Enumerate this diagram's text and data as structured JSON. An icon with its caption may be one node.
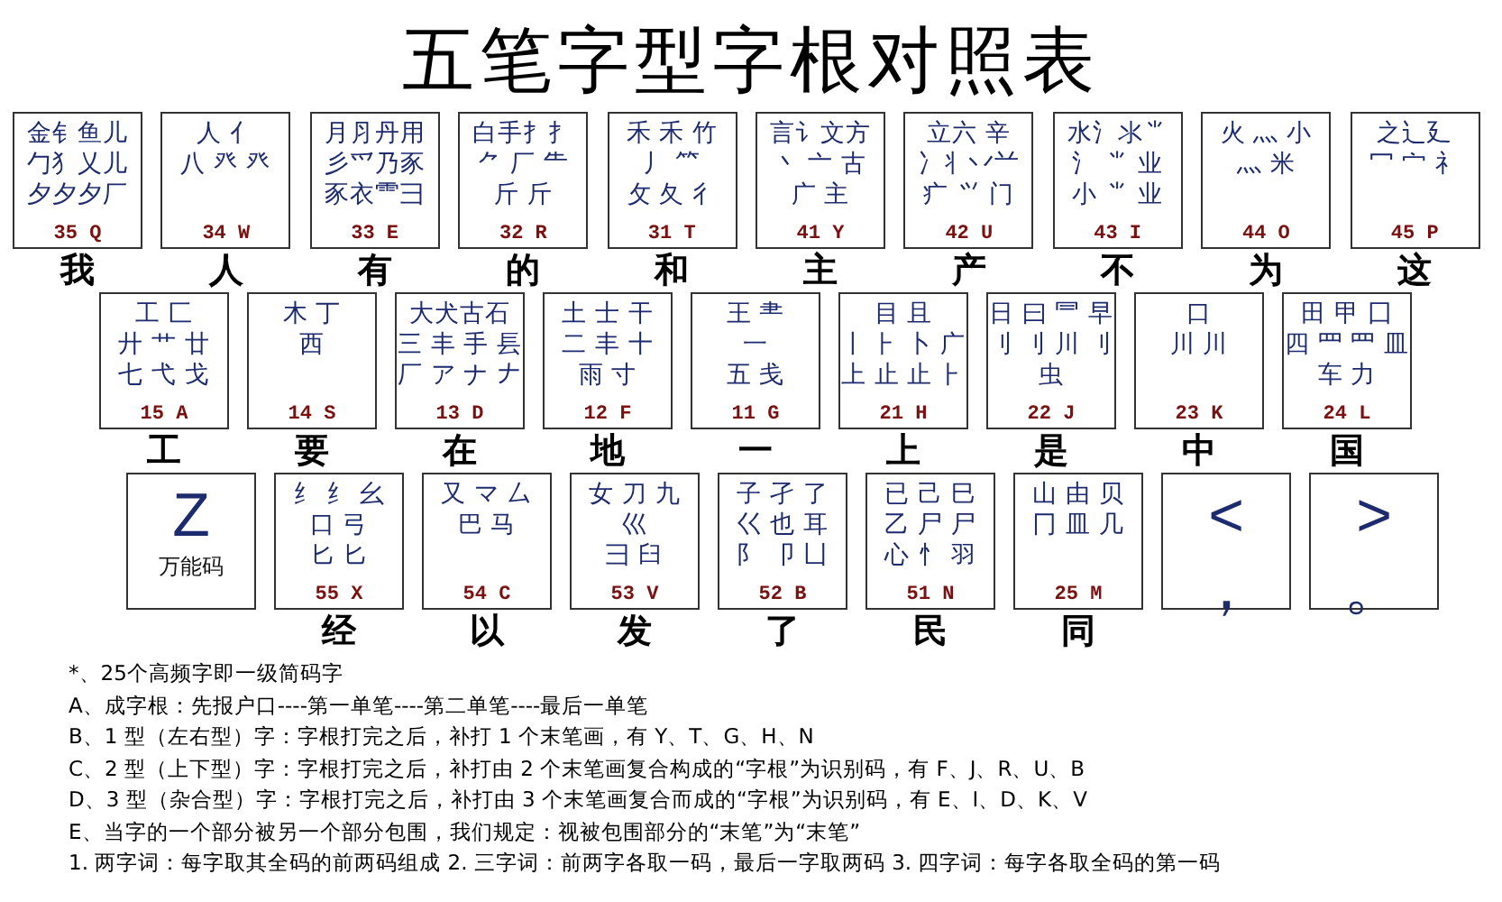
{
  "diagram": {
    "title": "五笔字型字根对照表",
    "nodes": [
      {
        "text": [
          "金钅鱼儿",
          "勹犭乂儿",
          "夕夕夕厂",
          "35 Q"
        ],
        "beside": [
          "我"
        ]
      },
      {
        "text": [
          "人 亻",
          "八 癶 癶",
          "34 W"
        ],
        "beside": [
          "人"
        ]
      },
      {
        "text": [
          "月⺼丹用",
          "彡爫乃豕",
          "豕衣⻗彐",
          "33 E"
        ],
        "beside": [
          "有"
        ]
      },
      {
        "text": [
          "白手扌⺘",
          "⺈ 厂 ⺧",
          "斤 斤",
          "32 R"
        ],
        "beside": [
          "的"
        ]
      },
      {
        "text": [
          "禾 禾 竹",
          "丿 ⺮",
          "攵 夂 彳",
          "31 T"
        ],
        "beside": [
          "和"
        ]
      },
      {
        "text": [
          "言讠文方",
          "丶 亠 古",
          "广 主",
          "41 Y"
        ],
        "beside": [
          "主"
        ]
      },
      {
        "text": [
          "立六 辛",
          "冫丬丷䒑",
          "疒 ⺍ 门",
          "42 U"
        ],
        "beside": [
          "产"
        ]
      },
      {
        "text": [
          "水氵氺⺌",
          "氵 ⺌ 业",
          "小 ⺌ 业",
          "43 I"
        ],
        "beside": [
          "不"
        ]
      },
      {
        "text": [
          "火 灬 小",
          "灬 米",
          "44 O"
        ],
        "beside": [
          "为"
        ]
      },
      {
        "text": [
          "之辶廴",
          "冖 宀 礻",
          "45 P"
        ],
        "beside": [
          "这"
        ]
      },
      {
        "text": [
          "工 匚",
          "廾 艹 廿",
          "七 弋 戈",
          "15 A"
        ],
        "beside": [
          "工"
        ]
      },
      {
        "text": [
          "木 丁",
          "西",
          "14 S"
        ],
        "beside": [
          "要"
        ]
      },
      {
        "text": [
          "大犬古石",
          "三 丰 手 镸",
          "厂 ア ナ 𠂇",
          "13 D"
        ],
        "beside": [
          "在"
        ]
      },
      {
        "text": [
          "土 士 干",
          "二 丰 十",
          "雨 寸",
          "12 F"
        ],
        "beside": [
          "地"
        ]
      },
      {
        "text": [
          "王 ⺻",
          "一",
          "五 戋",
          "11 G"
        ],
        "beside": [
          "一"
        ]
      },
      {
        "text": [
          "目 且",
          "丨 ⺊ 卜 广",
          "上 止 止 ⺊",
          "21 H"
        ],
        "beside": [
          "上"
        ]
      },
      {
        "text": [
          "日 曰 ⺜ 早",
          "刂 刂 川 刂",
          "虫",
          "22 J"
        ],
        "beside": [
          "是"
        ]
      },
      {
        "text": [
          "口",
          "川 川",
          "23 K"
        ],
        "beside": [
          "中"
        ]
      },
      {
        "text": [
          "田 甲 囗",
          "四 罒 罒 皿",
          "车 力",
          "24 L"
        ],
        "beside": [
          "国"
        ]
      },
      {
        "text": [
          "Z",
          "万能码"
        ]
      },
      {
        "text": [
          "纟 纟 幺",
          "口 弓",
          "匕 匕",
          "55 X"
        ],
        "beside": [
          "经"
        ]
      },
      {
        "text": [
          "又 マ 厶",
          "巴 马",
          "54 C"
        ],
        "beside": [
          "以"
        ]
      },
      {
        "text": [
          "女 刀 九",
          "巛",
          "彐 臼",
          "53 V"
        ],
        "beside": [
          "发"
        ]
      },
      {
        "text": [
          "子 孑 了",
          "巜 也 耳",
          "阝 卩 凵",
          "52 B"
        ],
        "beside": [
          "了"
        ]
      },
      {
        "text": [
          "已 己 巳",
          "乙 尸 尸",
          "心 忄 羽",
          "51 N"
        ],
        "beside": [
          "民"
        ]
      },
      {
        "text": [
          "山 由 贝",
          "冂 皿 几",
          "25 M"
        ],
        "beside": [
          "同"
        ]
      },
      {
        "text": [
          "<",
          "，"
        ]
      },
      {
        "text": [
          ">",
          "。"
        ]
      }
    ],
    "labels": [
      "*、25个高频字即一级简码字",
      "A、成字根：先报户口----第一单笔----第二单笔----最后一单笔",
      "B、1 型（左右型）字：字根打完之后，补打 1 个末笔画，有 Y、T、G、H、N",
      "C、2 型（上下型）字：字根打完之后，补打由 2 个末笔画复合构成的“字根”为识别码，有 F、J、R、U、B",
      "D、3 型（杂合型）字：字根打完之后，补打由 3 个末笔画复合而成的“字根”为识别码，有 E、I、D、K、V",
      "E、当字的一个部分被另一个部分包围，我们规定：视被包围部分的“末笔”为“末笔”",
      "1. 两字词：每字取其全码的前两码组成 2. 三字词：前两字各取一码，最后一字取两码 3. 四字词：每字各取全码的第一码"
    ]
  }
}
